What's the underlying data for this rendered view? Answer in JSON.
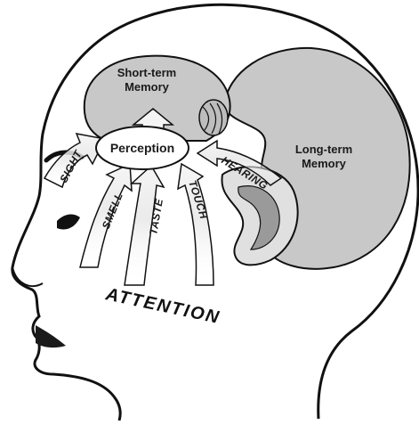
{
  "labels": {
    "short_term_memory": [
      "Short-term",
      "Memory"
    ],
    "long_term_memory": [
      "Long-term",
      "Memory"
    ],
    "perception": "Perception",
    "attention": "ATTENTION",
    "senses": {
      "sight": "SIGHT",
      "smell": "SMELL",
      "taste": "TASTE",
      "touch": "TOUCH",
      "hearing": "HEARING"
    }
  },
  "colors": {
    "memory_fill": "#c8c8c8",
    "outline": "#111111",
    "arrow_fill": "#f2f2f2",
    "perception_fill": "#ffffff",
    "head_fill": "#ffffff",
    "ear_shade": "#9a9a9a"
  }
}
